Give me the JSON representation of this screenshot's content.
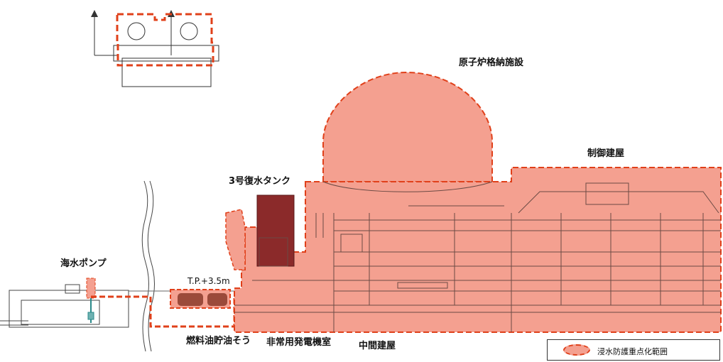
{
  "labels": {
    "reactor_containment": "原子炉格納施設",
    "control_building": "制御建屋",
    "condensate_tank": "3号復水タンク",
    "seawater_pump": "海水ポンプ",
    "tp_level": "T.P.+3.5m",
    "fuel_oil_tank": "燃料油貯油そう",
    "emergency_generator_room": "非常用発電機室",
    "intermediate_building": "中間建屋"
  },
  "legend": {
    "label": "浸水防護重点化範囲"
  },
  "colors": {
    "flood_zone_fill": "#f4a090",
    "flood_zone_border": "#e0401a",
    "tank_fill": "#8b2a2a",
    "structure_line": "#555555"
  }
}
